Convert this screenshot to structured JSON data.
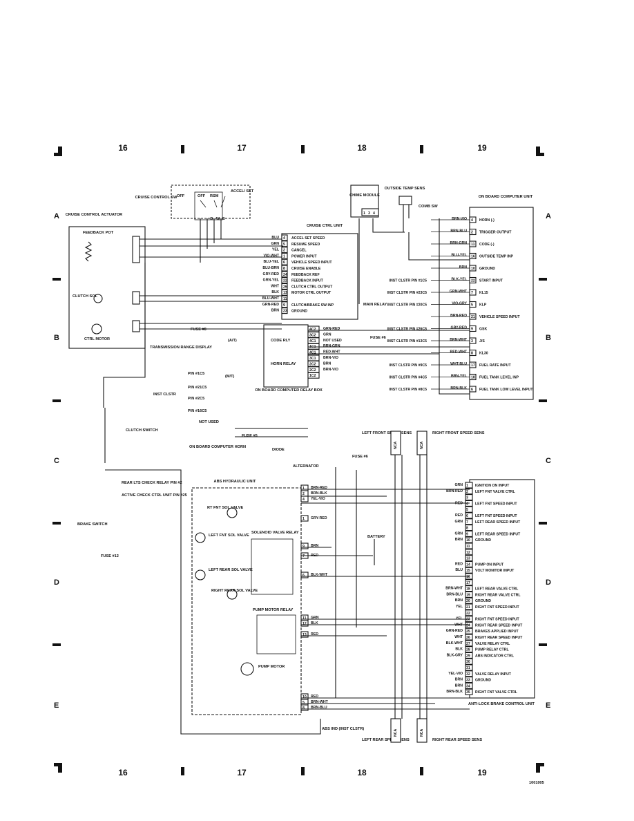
{
  "grid": {
    "columns": [
      "16",
      "17",
      "18",
      "19"
    ],
    "rows_left": [
      "A",
      "B",
      "C",
      "D",
      "E"
    ],
    "rows_right": [
      "A",
      "B",
      "C",
      "D",
      "E"
    ]
  },
  "components": {
    "cruise_switch": {
      "title": "CRUISE CONTROL SW",
      "positions": [
        "OFF",
        "OFF",
        "RSM",
        "ACCEL/ SET"
      ],
      "letters": [
        "O",
        "W",
        "S"
      ]
    },
    "actuator": {
      "title": "CRUISE CONTROL ACTUATOR",
      "pot": "FEEDBACK POT",
      "sol": "CLUTCH SOL",
      "motor": "CTRL MOTOR"
    },
    "cruise_unit": {
      "title": "CRUISE CTRL UNIT",
      "pins": [
        {
          "pin": "4",
          "wire": "BLU",
          "fn": "ACCEL SET SPEED"
        },
        {
          "pin": "5",
          "wire": "GRN",
          "fn": "RESUME SPEED"
        },
        {
          "pin": "2",
          "wire": "YEL",
          "fn": "CANCEL"
        },
        {
          "pin": "1",
          "wire": "VIO-WHT",
          "fn": "POWER INPUT"
        },
        {
          "pin": "6",
          "wire": "BLU-YEL",
          "fn": "VEHICLE SPEED INPUT"
        },
        {
          "pin": "8",
          "wire": "BLU-BRN",
          "fn": "CRUISE ENABLE"
        },
        {
          "pin": "24",
          "wire": "GRY-RED",
          "fn": "FEEDBACK REF"
        },
        {
          "pin": "22",
          "wire": "GRN-YEL",
          "fn": "FEEDBACK INPUT"
        },
        {
          "pin": "26",
          "wire": "WHT",
          "fn": "CLUTCH CTRL OUTPUT"
        },
        {
          "pin": "13",
          "wire": "BLK",
          "fn": "MOTOR CTRL OUTPUT"
        },
        {
          "pin": "11",
          "wire": "BLU-WHT",
          "fn": ""
        },
        {
          "pin": "9",
          "wire": "GRN-RED",
          "fn": "CLUTCH/BRAKE SW INP"
        },
        {
          "pin": "23",
          "wire": "BRN",
          "fn": "GROUND"
        }
      ]
    },
    "chime": {
      "title": "CHIME MODULE",
      "pins": [
        "1",
        "3",
        "4"
      ]
    },
    "outside_temp": {
      "title": "OUTSIDE TEMP SENS"
    },
    "obc": {
      "title": "ON BOARD COMPUTER UNIT",
      "comb_sw": "COMB SW",
      "pins": [
        {
          "pin": "4",
          "wire": "BRN-VIO",
          "fn": "HORN (-)",
          "src": ""
        },
        {
          "pin": "2",
          "wire": "BRN-BLU",
          "fn": "TRIGGER OUTPUT",
          "src": ""
        },
        {
          "pin": "11",
          "wire": "BRN-GRN",
          "fn": "CODE (-)",
          "src": ""
        },
        {
          "pin": "16",
          "wire": "BLU-YEL",
          "fn": "OUTSIDE TEMP INP",
          "src": ""
        },
        {
          "pin": "10",
          "wire": "BRN",
          "fn": "GROUND",
          "src": ""
        },
        {
          "pin": "22",
          "wire": "BLK-YEL",
          "fn": "START INPUT",
          "src": "INST CLSTR PIN #1C5"
        },
        {
          "pin": "7",
          "wire": "GRN-WHT",
          "fn": "KL15",
          "src": "INST CLSTR PIN #23C5"
        },
        {
          "pin": "5",
          "wire": "VIO-GRY",
          "fn": "KLP",
          "src": "INST CLSTR PIN #20C5"
        },
        {
          "pin": "21",
          "wire": "BRN-RED",
          "fn": "VEHICLE SPEED INPUT",
          "src": ""
        },
        {
          "pin": "9",
          "wire": "GRY-RED",
          "fn": "GSK",
          "src": "INST CLSTR PIN #26C5"
        },
        {
          "pin": "3",
          "wire": "BRN-WHT",
          "fn": "J/S",
          "src": "INST CLSTR PIN #13C5"
        },
        {
          "pin": "8",
          "wire": "RED-WHT",
          "fn": "KL30",
          "src": ""
        },
        {
          "pin": "17",
          "wire": "WHT-BLU",
          "fn": "FUEL RATE INPUT",
          "src": "INST CLSTR PIN #9C5"
        },
        {
          "pin": "18",
          "wire": "BRN-YEL",
          "fn": "FUEL TANK LEVEL INP",
          "src": "INST CLSTR PIN #4C5"
        },
        {
          "pin": "6",
          "wire": "BRN-BLK",
          "fn": "FUEL TANK LOW LEVEL INPUT",
          "src": "INST CLSTR PIN #8C5"
        }
      ]
    },
    "relay_box": {
      "title": "ON BOARD COMPUTER RELAY BOX",
      "code_rly": "CODE RLY",
      "horn_relay": "HORN RELAY",
      "pins": [
        {
          "pin": "4C2",
          "wire": "GRN-RED"
        },
        {
          "pin": "3C2",
          "wire": "GRN"
        },
        {
          "pin": "4C1",
          "wire": "NOT USED"
        },
        {
          "pin": "1C1",
          "wire": "BRN-GRN"
        },
        {
          "pin": "4C1",
          "wire": "RED-WHT"
        },
        {
          "pin": "3C1",
          "wire": "BRN-VIO"
        },
        {
          "pin": "2C2",
          "wire": "BRN"
        },
        {
          "pin": "2C2",
          "wire": "BRN-VIO"
        },
        {
          "pin": "1C2",
          "wire": ""
        }
      ]
    },
    "abs_unit": {
      "title": "ABS HYDRAULIC UNIT",
      "pins": [
        {
          "pin": "1",
          "wire": "BRN-RED"
        },
        {
          "pin": "2",
          "wire": "BRN-BLK"
        },
        {
          "pin": "4",
          "wire": "YEL-VIO"
        },
        {
          "pin": "1",
          "wire": "GRY-RED"
        },
        {
          "pin": "9",
          "wire": "BRN"
        },
        {
          "pin": "7",
          "wire": "RED"
        },
        {
          "pin": "6",
          "wire": "BLK-WHT"
        },
        {
          "pin": "11",
          "wire": "GRN"
        },
        {
          "pin": "12",
          "wire": "BLK"
        },
        {
          "pin": "13",
          "wire": "RED"
        },
        {
          "pin": "10",
          "wire": "RED"
        },
        {
          "pin": "5",
          "wire": "BRN-WHT"
        },
        {
          "pin": "8",
          "wire": "BRN-BLU"
        }
      ],
      "parts": [
        "RT FNT SOL VALVE",
        "LEFT FNT SOL VALVE",
        "SOLENOID VALVE RELAY",
        "LEFT REAR SOL VALVE",
        "RIGHT REAR SOL VALVE",
        "PUMP MOTOR RELAY",
        "PUMP MOTOR"
      ]
    },
    "abs_ctrl": {
      "title": "ANTI-LOCK BRAKE CONTROL UNIT",
      "pins": [
        {
          "pin": "1",
          "wire": "GRN",
          "fn": "IGNITION ON INPUT"
        },
        {
          "pin": "2",
          "wire": "BRN-RED",
          "fn": "LEFT FNT VALVE CTRL"
        },
        {
          "pin": "3",
          "wire": "",
          "fn": ""
        },
        {
          "pin": "4",
          "wire": "RED",
          "fn": "LEFT FNT SPEED INPUT"
        },
        {
          "pin": "5",
          "wire": "",
          "fn": ""
        },
        {
          "pin": "6",
          "wire": "RED",
          "fn": "LEFT FNT SPEED INPUT"
        },
        {
          "pin": "7",
          "wire": "GRN",
          "fn": "LEFT REAR SPEED INPUT"
        },
        {
          "pin": "8",
          "wire": "",
          "fn": ""
        },
        {
          "pin": "9",
          "wire": "GRN",
          "fn": "LEFT REAR SPEED INPUT"
        },
        {
          "pin": "10",
          "wire": "BRN",
          "fn": "GROUND"
        },
        {
          "pin": "11",
          "wire": "",
          "fn": ""
        },
        {
          "pin": "12",
          "wire": "",
          "fn": ""
        },
        {
          "pin": "13",
          "wire": "",
          "fn": ""
        },
        {
          "pin": "14",
          "wire": "RED",
          "fn": "PUMP ON INPUT"
        },
        {
          "pin": "15",
          "wire": "BLU",
          "fn": "VOLT MONITOR INPUT"
        },
        {
          "pin": "16",
          "wire": "",
          "fn": ""
        },
        {
          "pin": "17",
          "wire": "",
          "fn": ""
        },
        {
          "pin": "18",
          "wire": "BRN-WHT",
          "fn": "LEFT REAR VALVE CTRL"
        },
        {
          "pin": "19",
          "wire": "BRN-BLU",
          "fn": "RIGHT REAR VALVE CTRL"
        },
        {
          "pin": "20",
          "wire": "BRN",
          "fn": "GROUND"
        },
        {
          "pin": "21",
          "wire": "YEL",
          "fn": "RIGHT FNT SPEED INPUT"
        },
        {
          "pin": "22",
          "wire": "",
          "fn": ""
        },
        {
          "pin": "23",
          "wire": "YEL",
          "fn": "RIGHT FNT SPEED INPUT"
        },
        {
          "pin": "24",
          "wire": "WHT",
          "fn": "RIGHT REAR SPEED INPUT"
        },
        {
          "pin": "25",
          "wire": "GRN-RED",
          "fn": "BRAKES APPLIED INPUT"
        },
        {
          "pin": "26",
          "wire": "WHT",
          "fn": "RIGHT REAR SPEED INPUT"
        },
        {
          "pin": "27",
          "wire": "BLK-WHT",
          "fn": "VALVE RELAY CTRL"
        },
        {
          "pin": "28",
          "wire": "BLK",
          "fn": "PUMP RELAY CTRL"
        },
        {
          "pin": "29",
          "wire": "BLK-GRY",
          "fn": "ABS INDICATOR CTRL"
        },
        {
          "pin": "30",
          "wire": "",
          "fn": ""
        },
        {
          "pin": "31",
          "wire": "",
          "fn": ""
        },
        {
          "pin": "32",
          "wire": "YEL-VIO",
          "fn": "VALVE RELAY INPUT"
        },
        {
          "pin": "33",
          "wire": "BRN",
          "fn": "GROUND"
        },
        {
          "pin": "34",
          "wire": "BRN",
          "fn": ""
        },
        {
          "pin": "35",
          "wire": "BRN-BLK",
          "fn": "RIGHT FNT VALVE CTRL"
        }
      ]
    },
    "misc": {
      "fuse8": "FUSE #8",
      "trans": "TRANSMISSION RANGE DISPLAY",
      "at": "(A/T)",
      "mt": "(M/T)",
      "inst_clstr": "INST CLSTR",
      "pin1c5": "PIN #1C5",
      "pin21c5": "PIN #21C5",
      "pin2c5": "PIN #2C5",
      "pin16c5": "PIN #16C5",
      "not_used": "NOT USED",
      "clutch_sw": "CLUTCH SWITCH",
      "horn": "ON BOARD COMPUTER HORN",
      "diode": "DIODE",
      "fuse5": "FUSE #5",
      "rear_lts": "REAR LTS CHECK RELAY PIN #2",
      "active_check": "ACTIVE CHECK CTRL UNIT PIN #25",
      "brake_sw": "BRAKE SWITCH",
      "fuse12": "FUSE #12",
      "alternator": "ALTERNATOR",
      "battery": "BATTERY",
      "fuse6a": "FUSE #6",
      "fuse6b": "FUSE #6",
      "main_relay": "MAIN RELAY",
      "lf_speed": "LEFT FRONT SPEED SENS",
      "rf_speed": "RIGHT FRONT SPEED SENS",
      "lr_speed": "LEFT REAR SPEED SENS",
      "rr_speed": "RIGHT REAR SPEED SENS",
      "abs_ind": "ABS IND (INST CLSTR)",
      "nca": "NCA",
      "footer_code": "1001005"
    }
  }
}
